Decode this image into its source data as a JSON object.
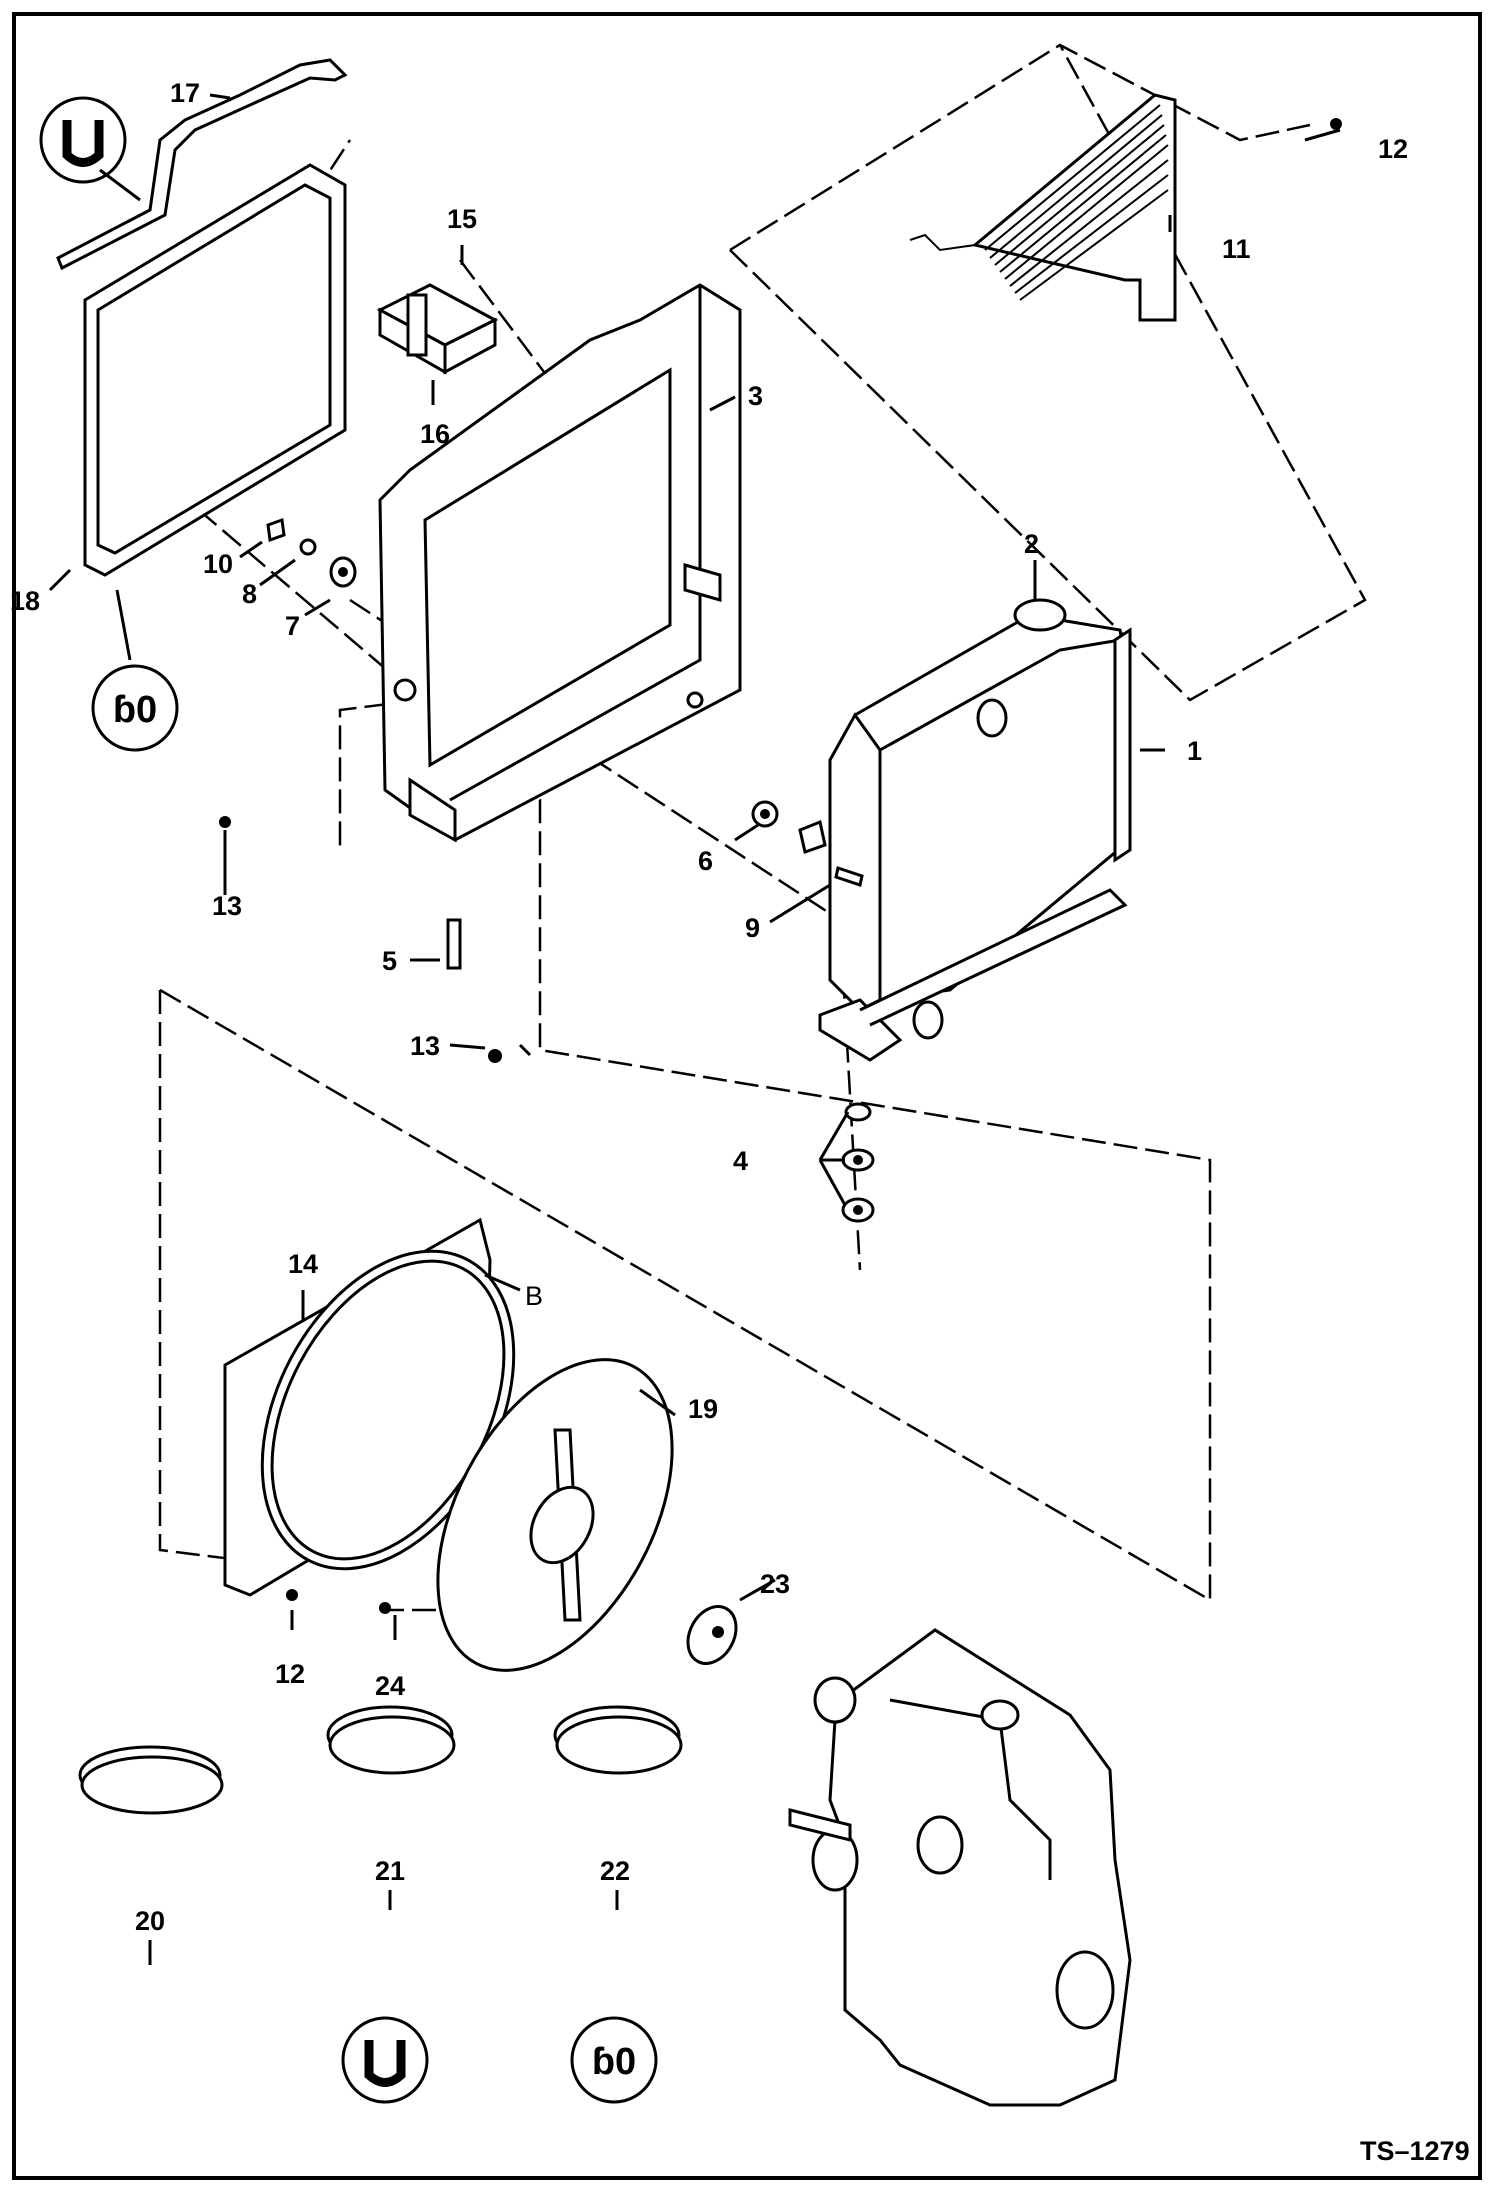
{
  "figure_ref": "TS–1279",
  "callouts": {
    "c1": "1",
    "c2": "2",
    "c3": "3",
    "c4": "4",
    "c5": "5",
    "c6": "6",
    "c7": "7",
    "c8": "8",
    "c9": "9",
    "c10": "10",
    "c11": "11",
    "c12a": "12",
    "c12b": "12",
    "c13a": "13",
    "c13b": "13",
    "c14": "14",
    "c15": "15",
    "c16": "16",
    "c17": "17",
    "c18": "18",
    "c19": "19",
    "c20": "20",
    "c21": "21",
    "c22": "22",
    "c23": "23",
    "c24": "24",
    "cB": "B"
  },
  "icons": [
    "sealant-u-icon",
    "sealant-b-icon"
  ]
}
